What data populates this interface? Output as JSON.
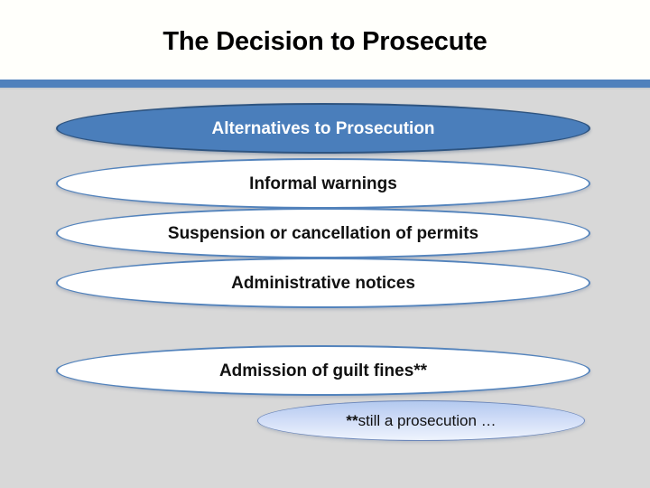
{
  "slide": {
    "title": "The Decision to Prosecute",
    "background_color": "#d8d8d8",
    "title_band_color": "#fffffb",
    "accent_bar_color": "#4e80bc"
  },
  "shapes": [
    {
      "id": "alternatives-to-prosecution",
      "label": "Alternatives to Prosecution",
      "style": "primary",
      "fill_color": "#4a7ebb",
      "outline_color": "#2e5480",
      "text_color": "#ffffff"
    },
    {
      "id": "informal-warnings",
      "label": "Informal warnings",
      "style": "plain",
      "fill_color": "#ffffff",
      "outline_color": "#5383bc",
      "text_color": "#111111"
    },
    {
      "id": "suspension-or-cancellation-of-permits",
      "label": "Suspension or cancellation of permits",
      "style": "plain",
      "fill_color": "#ffffff",
      "outline_color": "#5383bc",
      "text_color": "#111111"
    },
    {
      "id": "administrative-notices",
      "label": "Administrative notices",
      "style": "plain",
      "fill_color": "#ffffff",
      "outline_color": "#5383bc",
      "text_color": "#111111"
    },
    {
      "id": "admission-of-guilt-fines",
      "label": "Admission of guilt fines**",
      "style": "plain",
      "fill_color": "#ffffff",
      "outline_color": "#5383bc",
      "text_color": "#111111"
    }
  ],
  "footnote": {
    "id": "still-a-prosecution-note",
    "marker": "**",
    "text": "still a prosecution …",
    "fill_gradient_from": "#b3c9ef",
    "fill_gradient_to": "#eef3fd",
    "outline_color": "#6a85b8",
    "text_color": "#111111"
  }
}
